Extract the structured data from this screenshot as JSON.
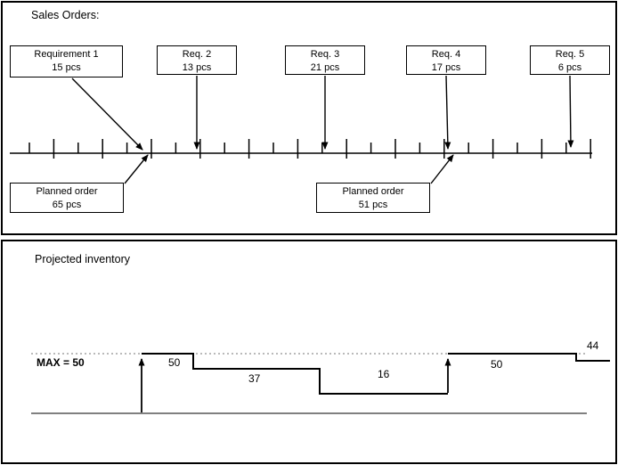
{
  "sales": {
    "title": "Sales Orders:",
    "requirements": [
      {
        "name": "Requirement 1",
        "qty": "15 pcs"
      },
      {
        "name": "Req. 2",
        "qty": "13 pcs"
      },
      {
        "name": "Req. 3",
        "qty": "21 pcs"
      },
      {
        "name": "Req. 4",
        "qty": "17 pcs"
      },
      {
        "name": "Req. 5",
        "qty": "6 pcs"
      }
    ],
    "planned_orders": [
      {
        "name": "Planned order",
        "qty": "65 pcs"
      },
      {
        "name": "Planned order",
        "qty": "51 pcs"
      }
    ]
  },
  "inventory": {
    "title": "Projected inventory",
    "max_label": "MAX = 50",
    "levels": [
      "50",
      "37",
      "16",
      "50",
      "44"
    ]
  },
  "chart_data": {
    "type": "line",
    "subtype": "step",
    "title": "Projected inventory",
    "values": [
      0,
      50,
      37,
      16,
      50,
      44
    ],
    "max_level": 50,
    "receipts": [
      65,
      51
    ],
    "annotations": [
      "MAX = 50",
      "50",
      "37",
      "16",
      "50",
      "44"
    ]
  },
  "colors": {
    "line": "#000000",
    "max_dotted_line": "#909090"
  }
}
